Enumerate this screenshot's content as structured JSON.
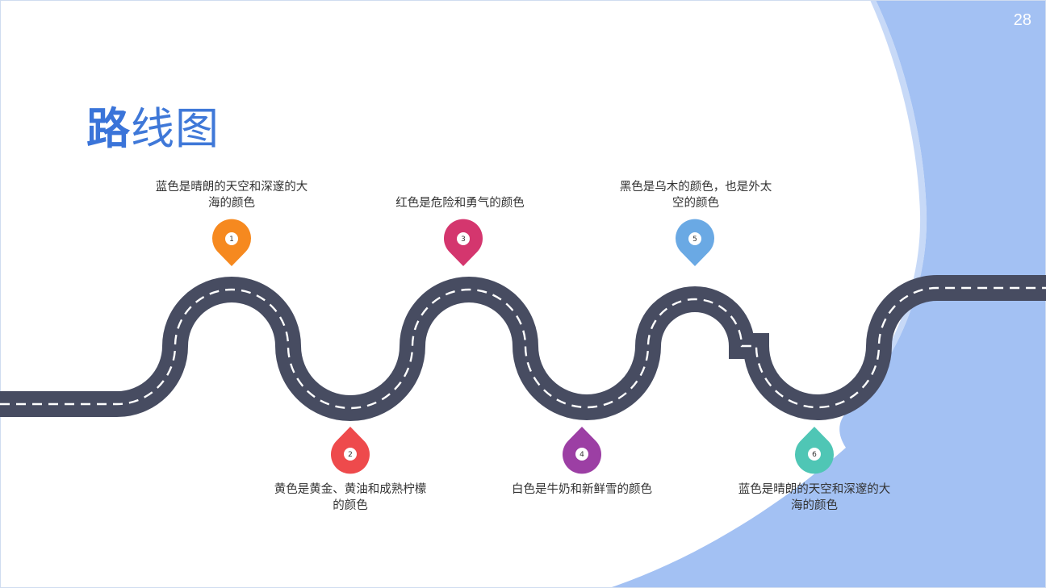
{
  "page_number": "28",
  "title": {
    "bold": "路",
    "rest": "线图"
  },
  "colors": {
    "background_shape": "#a3c1f3",
    "road": "#474c61",
    "road_dash": "#ffffff",
    "title": "#3a74d9"
  },
  "milestones": [
    {
      "number": "1",
      "text": "蓝色是晴朗的天空和深邃的大海的颜色",
      "color": "#f6891f",
      "position": "top"
    },
    {
      "number": "2",
      "text": "黄色是黄金、黄油和成熟柠檬的颜色",
      "color": "#ee4a4c",
      "position": "bottom"
    },
    {
      "number": "3",
      "text": "红色是危险和勇气的颜色",
      "color": "#d4366e",
      "position": "top"
    },
    {
      "number": "4",
      "text": "白色是牛奶和新鲜雪的颜色",
      "color": "#9c3fa4",
      "position": "bottom"
    },
    {
      "number": "5",
      "text": "黑色是乌木的颜色，也是外太空的颜色",
      "color": "#6aa9e4",
      "position": "top"
    },
    {
      "number": "6",
      "text": "蓝色是晴朗的天空和深邃的大海的颜色",
      "color": "#4fc6b5",
      "position": "bottom"
    }
  ]
}
